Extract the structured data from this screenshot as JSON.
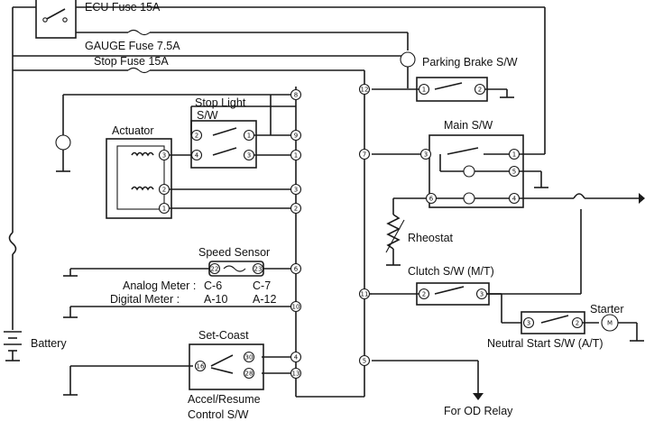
{
  "labels": {
    "ecu_fuse": "ECU Fuse 15A",
    "gauge_fuse": "GAUGE Fuse 7.5A",
    "stop_fuse": "Stop Fuse 15A",
    "parking_brake": "Parking Brake S/W",
    "stop_light_1": "Stop Light",
    "stop_light_2": "S/W",
    "actuator": "Actuator",
    "main_sw": "Main S/W",
    "rheostat": "Rheostat",
    "speed_sensor": "Speed Sensor",
    "analog_meter": "Analog Meter :",
    "analog_c6": "C-6",
    "analog_c7": "C-7",
    "digital_meter": "Digital Meter :",
    "digital_a10": "A-10",
    "digital_a12": "A-12",
    "clutch_sw": "Clutch S/W (M/T)",
    "starter": "Starter",
    "neutral_start": "Neutral Start S/W (A/T)",
    "battery": "Battery",
    "set_coast": "Set-Coast",
    "accel_resume": "Accel/Resume",
    "control_sw": "Control S/W",
    "od_relay": "For OD Relay"
  },
  "pins": {
    "c8": "8",
    "c9": "9",
    "c1": "1",
    "c3": "3",
    "c2": "2",
    "c6": "6",
    "c10": "10",
    "c4": "4",
    "c13": "13",
    "r12": "12",
    "r7": "7",
    "r11": "11",
    "r5": "5",
    "pb1": "1",
    "pb2": "2",
    "sl2": "2",
    "sl1": "1",
    "sl4": "4",
    "sl3": "3",
    "ac3": "3",
    "ac2": "2",
    "ac1": "1",
    "m3": "3",
    "m1": "1",
    "m5": "5",
    "m6": "6",
    "m4": "4",
    "ss22": "22",
    "ss23": "23",
    "cl2": "2",
    "cl3": "3",
    "ns3": "3",
    "ns2": "2",
    "st_m": "M",
    "cs16": "16",
    "cs30": "30",
    "cs28": "28"
  }
}
